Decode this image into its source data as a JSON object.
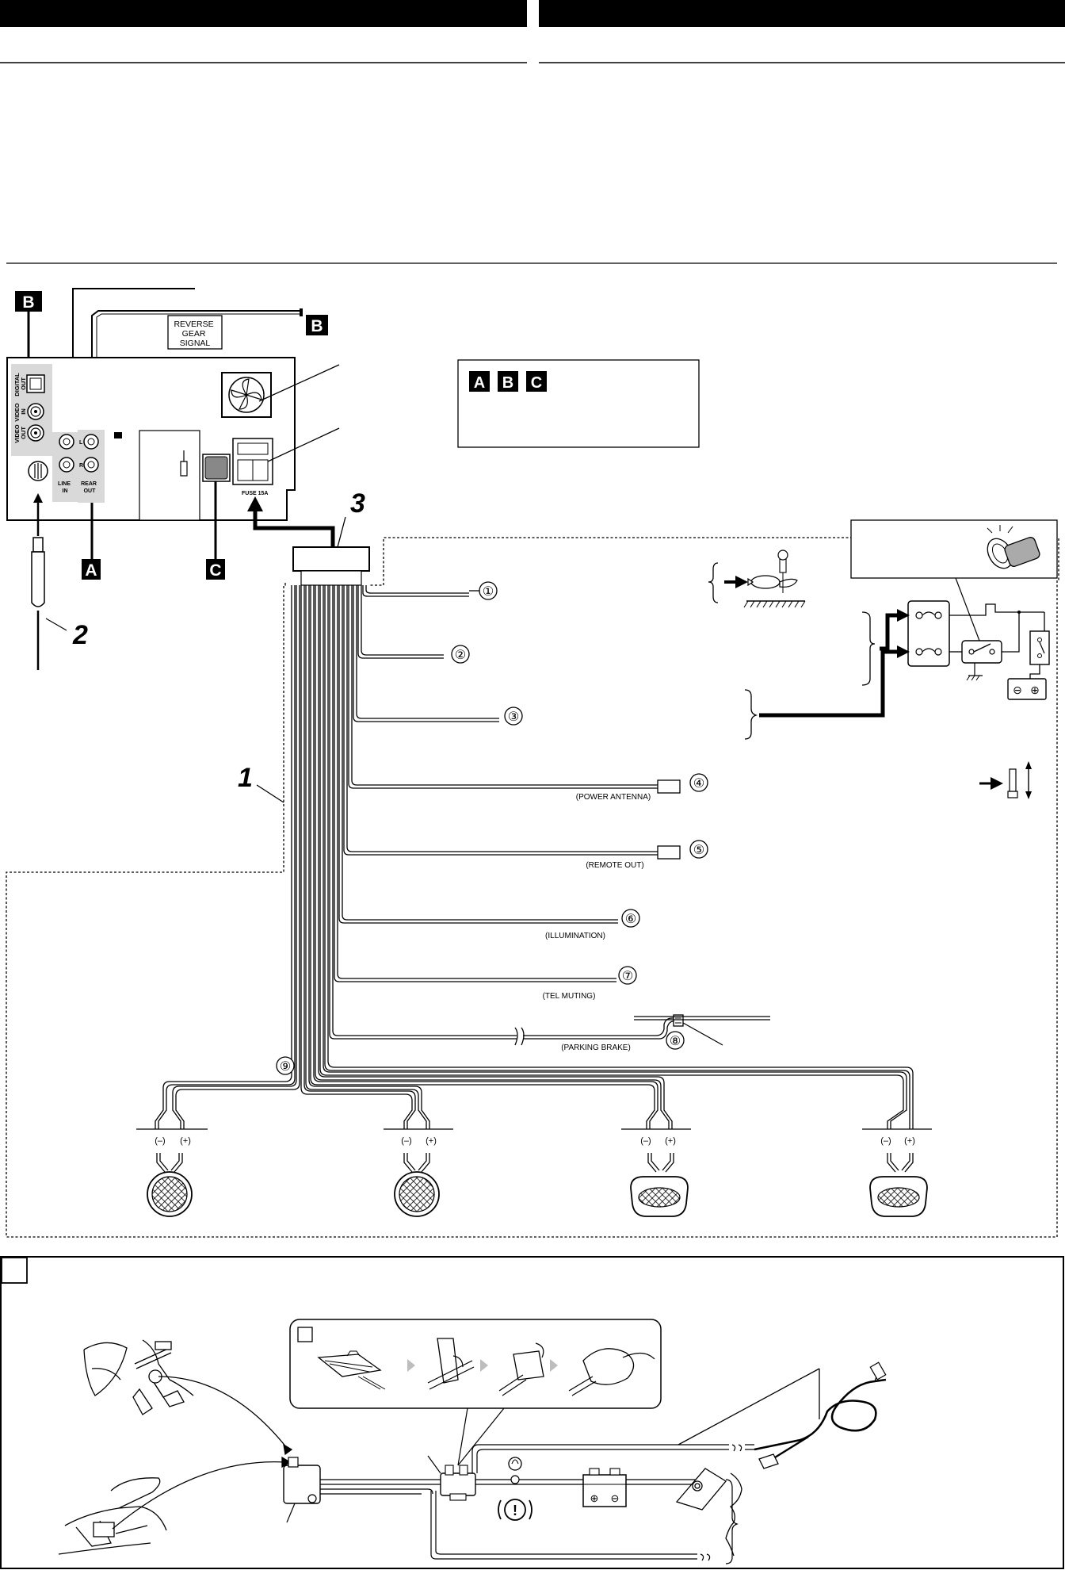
{
  "reverse_gear_label": [
    "REVERSE",
    "GEAR",
    "SIGNAL"
  ],
  "panel": {
    "digital_out": [
      "DIGITAL",
      "OUT"
    ],
    "video_in": [
      "VIDEO",
      "IN"
    ],
    "video_out": [
      "VIDEO",
      "OUT"
    ],
    "line_in": [
      "LINE",
      "IN"
    ],
    "rear_out": [
      "REAR",
      "OUT"
    ],
    "ch_l": "L",
    "ch_r": "R",
    "fuse": "FUSE 15A"
  },
  "callouts": {
    "one": "1",
    "two": "2",
    "three": "3"
  },
  "letter_tags": {
    "a": "A",
    "b": "B",
    "c": "C"
  },
  "wires": [
    {
      "num": "①",
      "label": ""
    },
    {
      "num": "②",
      "label": ""
    },
    {
      "num": "③",
      "label": ""
    },
    {
      "num": "④",
      "label": "(POWER ANTENNA)"
    },
    {
      "num": "⑤",
      "label": "(REMOTE OUT)"
    },
    {
      "num": "⑥",
      "label": "(ILLUMINATION)"
    },
    {
      "num": "⑦",
      "label": "(TEL MUTING)"
    },
    {
      "num": "⑧",
      "label": "(PARKING BRAKE)"
    },
    {
      "num": "⑨",
      "label": ""
    }
  ],
  "speakers": [
    {
      "neg": "(–)",
      "pos": "(+)"
    },
    {
      "neg": "(–)",
      "pos": "(+)"
    },
    {
      "neg": "(–)",
      "pos": "(+)"
    },
    {
      "neg": "(–)",
      "pos": "(+)"
    }
  ],
  "battery": {
    "neg": "⊖",
    "pos": "⊕"
  },
  "colors": {
    "ink": "#000000",
    "panel_gray": "#d9d9d9",
    "arrow_gray": "#bdbdbd"
  }
}
